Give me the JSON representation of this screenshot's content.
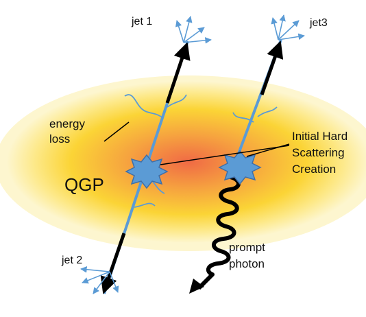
{
  "labels": {
    "jet1": "jet 1",
    "jet2": "jet 2",
    "jet3": "jet3",
    "energy_loss_line1": "energy",
    "energy_loss_line2": "loss",
    "qgp": "QGP",
    "scattering_line1": "Initial Hard",
    "scattering_line2": "Scattering",
    "scattering_line3": "Creation",
    "photon_line1": "prompt",
    "photon_line2": "photon"
  },
  "colors": {
    "medium_outer": "#fdf6c4",
    "medium_mid": "#fbd94a",
    "medium_core": "#f4884a",
    "jet_track": "#5b9bd5",
    "vertex_fill": "#5b9bd5",
    "vertex_stroke": "#3f6fa8",
    "arrow": "#000000",
    "text": "#111111"
  }
}
